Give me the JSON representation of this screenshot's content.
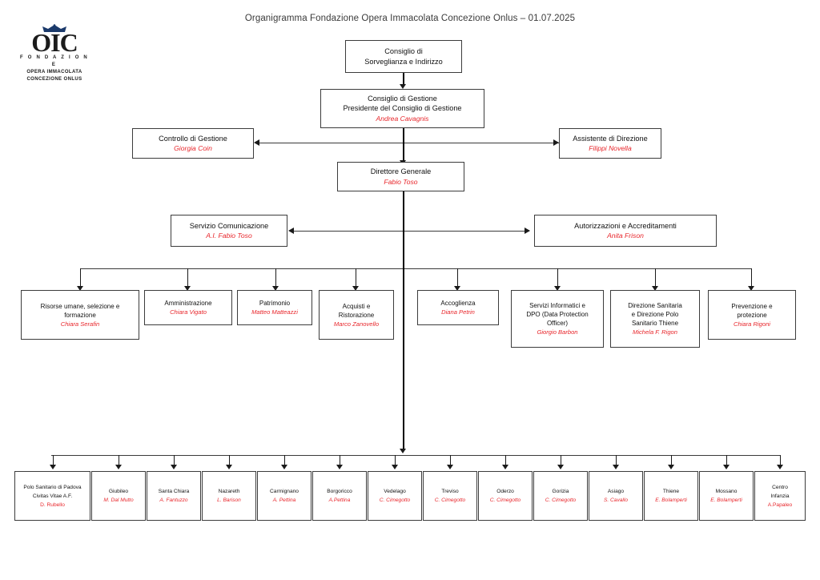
{
  "title": "Organigramma Fondazione Opera Immacolata Concezione Onlus – 01.07.2025",
  "logo": {
    "mark": "OIC",
    "line1": "F O N D A Z I O N E",
    "line2": "OPERA IMMACOLATA",
    "line3": "CONCEZIONE ONLUS"
  },
  "colors": {
    "name_red": "#e8262b",
    "box_border": "#3c3c3c",
    "text": "#111111",
    "background": "#ffffff"
  },
  "nodes": {
    "surveillance": {
      "title_line1": "Consiglio di",
      "title_line2": "Sorveglianza e Indirizzo"
    },
    "management": {
      "title_line1": "Consiglio di Gestione",
      "title_line2": "Presidente del Consiglio di Gestione",
      "name": "Andrea Cavagnis"
    },
    "control": {
      "title": "Controllo di Gestione",
      "name": "Giorgia Coin"
    },
    "assistant": {
      "title": "Assistente di Direzione",
      "name": "Filippi Novella"
    },
    "director": {
      "title": "Direttore Generale",
      "name": "Fabio Toso"
    },
    "communication": {
      "title": "Servizio Comunicazione",
      "name": "A.I. Fabio Toso"
    },
    "authorizations": {
      "title": "Autorizzazioni e Accreditamenti",
      "name": "Anita Frison"
    }
  },
  "departments": [
    {
      "title_lines": [
        "Risorse umane, selezione e",
        "formazione"
      ],
      "name": "Chiara Serafin"
    },
    {
      "title_lines": [
        "Amministrazione"
      ],
      "name": "Chiara Vigato"
    },
    {
      "title_lines": [
        "Patrimonio"
      ],
      "name": "Matteo Matteazzi"
    },
    {
      "title_lines": [
        "Acquisti e",
        "Ristorazione"
      ],
      "name": "Marco Zanovello"
    },
    {
      "title_lines": [
        "Accoglienza"
      ],
      "name": "Diana Petrin"
    },
    {
      "title_lines": [
        "Servizi Informatici e",
        "DPO (Data Protection",
        "Officer)"
      ],
      "name": "Giorgio Barbon"
    },
    {
      "title_lines": [
        "Direzione Sanitaria",
        "e Direzione Polo",
        "Sanitario Thiene"
      ],
      "name": "Michela F. Rigon"
    },
    {
      "title_lines": [
        "Prevenzione e",
        "protezione"
      ],
      "name": "Chiara Rigoni"
    }
  ],
  "facilities": [
    {
      "title_lines": [
        "Polo Sanitario di Padova",
        "Civitas Vitae A.F."
      ],
      "name": "D. Rubello",
      "name_upright": true
    },
    {
      "title_lines": [
        "Giubileo"
      ],
      "name": "M. Dal Mutto"
    },
    {
      "title_lines": [
        "Santa Chiara"
      ],
      "name": "A. Fantuzzo"
    },
    {
      "title_lines": [
        "Nazareth"
      ],
      "name": "L. Barison"
    },
    {
      "title_lines": [
        "Carmignano"
      ],
      "name": "A. Pettina"
    },
    {
      "title_lines": [
        "Borgoricco"
      ],
      "name": "A.Pettina"
    },
    {
      "title_lines": [
        "Vedelago"
      ],
      "name": "C. Cimegotto"
    },
    {
      "title_lines": [
        "Treviso"
      ],
      "name": "C. Cimegotto"
    },
    {
      "title_lines": [
        "Oderzo"
      ],
      "name": "C. Cimegotto"
    },
    {
      "title_lines": [
        "Gorizia"
      ],
      "name": "C. Cimegotto"
    },
    {
      "title_lines": [
        "Asiago"
      ],
      "name": "S. Cavallo"
    },
    {
      "title_lines": [
        "Thiene"
      ],
      "name": "E. Bolamperti"
    },
    {
      "title_lines": [
        "Mossano"
      ],
      "name": "E. Bolamperti"
    },
    {
      "title_lines": [
        "Centro",
        "Infanzia"
      ],
      "name": "A.Papaleo",
      "name_upright": true
    }
  ]
}
